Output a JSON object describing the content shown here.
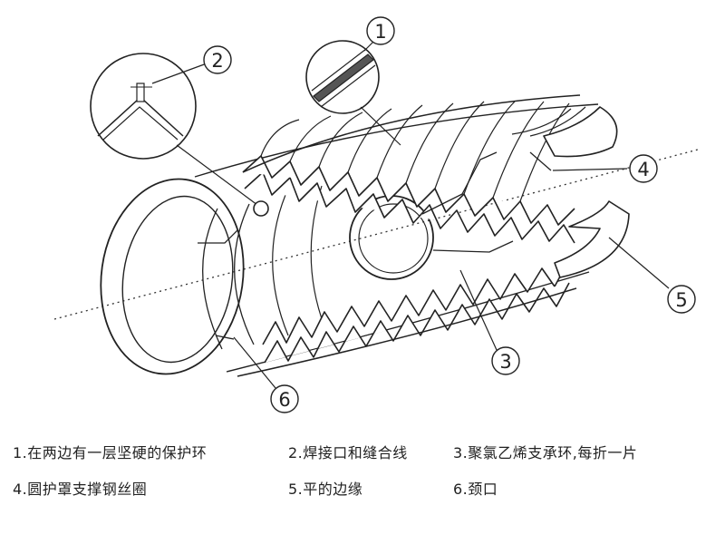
{
  "callouts": [
    {
      "id": "1",
      "label": "1"
    },
    {
      "id": "2",
      "label": "2"
    },
    {
      "id": "3",
      "label": "3"
    },
    {
      "id": "4",
      "label": "4"
    },
    {
      "id": "5",
      "label": "5"
    },
    {
      "id": "6",
      "label": "6"
    }
  ],
  "legend": {
    "row1": [
      "1.在两边有一层坚硬的保护环",
      "2.焊接口和缝合线",
      "3.聚氯乙烯支承环,每折一片"
    ],
    "row2": [
      "4.圆护罩支撑钢丝圈",
      "5.平的边缘",
      "6.颈口"
    ]
  }
}
